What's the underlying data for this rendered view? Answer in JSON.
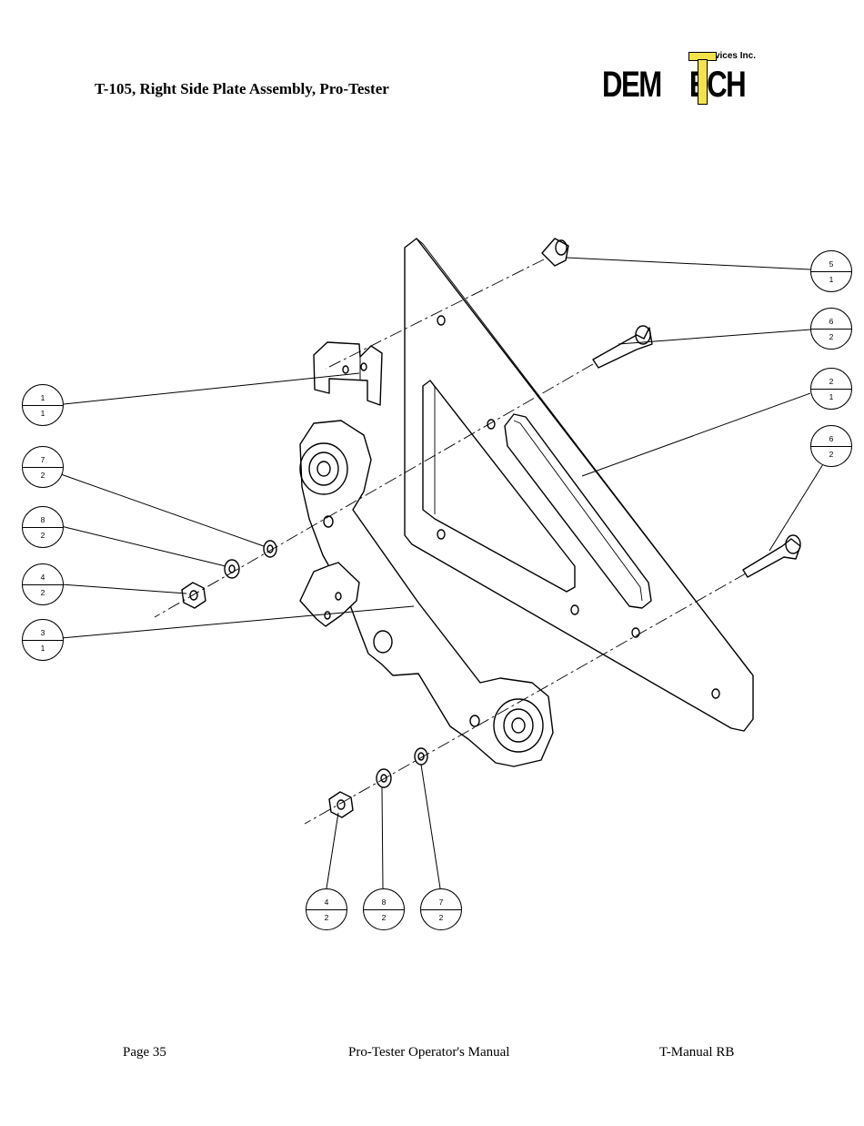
{
  "header": {
    "title": "T-105, Right Side Plate Assembly, Pro-Tester",
    "logo": {
      "sub": "Services Inc.",
      "word_left": "DEM",
      "word_right": "ECH",
      "letter": "T"
    }
  },
  "balloons": [
    {
      "item": "5",
      "qty": "1"
    },
    {
      "item": "6",
      "qty": "2"
    },
    {
      "item": "2",
      "qty": "1"
    },
    {
      "item": "6",
      "qty": "2"
    },
    {
      "item": "1",
      "qty": "1"
    },
    {
      "item": "7",
      "qty": "2"
    },
    {
      "item": "8",
      "qty": "2"
    },
    {
      "item": "4",
      "qty": "2"
    },
    {
      "item": "3",
      "qty": "1"
    },
    {
      "item": "4",
      "qty": "2"
    },
    {
      "item": "8",
      "qty": "2"
    },
    {
      "item": "7",
      "qty": "2"
    }
  ],
  "footer": {
    "page": "Page 35",
    "manual": "Pro-Tester Operator's Manual",
    "doc_id": "T-Manual RB"
  }
}
